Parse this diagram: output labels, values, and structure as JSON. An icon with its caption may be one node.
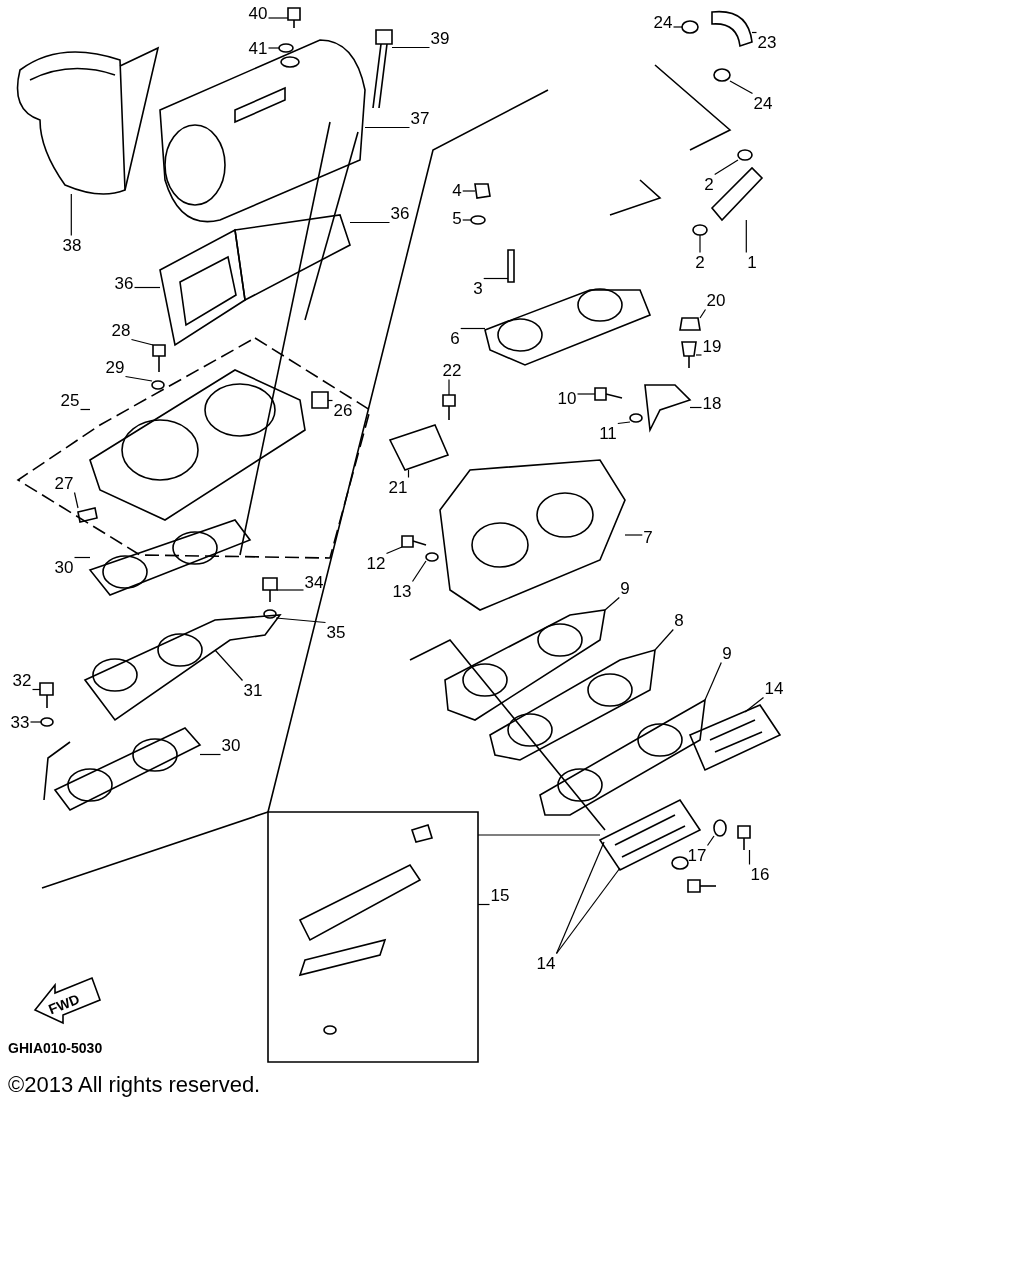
{
  "diagram": {
    "nodes": [
      {
        "text": [
          "40"
        ]
      },
      {
        "text": [
          "41"
        ]
      },
      {
        "text": [
          "39"
        ]
      },
      {
        "text": [
          "24"
        ]
      },
      {
        "text": [
          "23"
        ]
      },
      {
        "text": [
          "37"
        ]
      },
      {
        "text": [
          "24"
        ]
      },
      {
        "text": [
          "38"
        ]
      },
      {
        "text": [
          "2"
        ]
      },
      {
        "text": [
          "4"
        ]
      },
      {
        "text": [
          "5"
        ]
      },
      {
        "text": [
          "2"
        ]
      },
      {
        "text": [
          "1"
        ]
      },
      {
        "text": [
          "36"
        ]
      },
      {
        "text": [
          "36"
        ]
      },
      {
        "text": [
          "3"
        ]
      },
      {
        "text": [
          "20"
        ]
      },
      {
        "text": [
          "28"
        ]
      },
      {
        "text": [
          "6"
        ]
      },
      {
        "text": [
          "19"
        ]
      },
      {
        "text": [
          "29"
        ]
      },
      {
        "text": [
          "25"
        ]
      },
      {
        "text": [
          "26"
        ]
      },
      {
        "text": [
          "22"
        ]
      },
      {
        "text": [
          "10"
        ]
      },
      {
        "text": [
          "18"
        ]
      },
      {
        "text": [
          "11"
        ]
      },
      {
        "text": [
          "27"
        ]
      },
      {
        "text": [
          "21"
        ]
      },
      {
        "text": [
          "7"
        ]
      },
      {
        "text": [
          "12"
        ]
      },
      {
        "text": [
          "13"
        ]
      },
      {
        "text": [
          "30"
        ]
      },
      {
        "text": [
          "34"
        ]
      },
      {
        "text": [
          "9"
        ]
      },
      {
        "text": [
          "8"
        ]
      },
      {
        "text": [
          "35"
        ]
      },
      {
        "text": [
          "32"
        ]
      },
      {
        "text": [
          "31"
        ]
      },
      {
        "text": [
          "9"
        ]
      },
      {
        "text": [
          "14"
        ]
      },
      {
        "text": [
          "33"
        ]
      },
      {
        "text": [
          "30"
        ]
      },
      {
        "text": [
          "17"
        ]
      },
      {
        "text": [
          "16"
        ]
      },
      {
        "text": [
          "15"
        ]
      },
      {
        "text": [
          "14"
        ]
      },
      {
        "text": [],
        "shape": "picture"
      },
      {
        "text": [],
        "shape": "circle"
      },
      {
        "text": [],
        "shape": "picture"
      },
      {
        "text": [],
        "shape": "circle"
      },
      {
        "text": [],
        "shape": "picture"
      },
      {
        "text": [],
        "shape": "picture"
      },
      {
        "text": [],
        "shape": "circle"
      },
      {
        "text": [],
        "shape": "picture"
      },
      {
        "text": [],
        "shape": "circle"
      },
      {
        "text": [],
        "shape": "box"
      },
      {
        "text": [],
        "shape": "circle"
      },
      {
        "text": [],
        "shape": "circle"
      },
      {
        "text": [],
        "shape": "picture"
      },
      {
        "text": [],
        "shape": "picture"
      },
      {
        "text": [],
        "shape": "picture"
      },
      {
        "text": [],
        "shape": "box"
      },
      {
        "text": [],
        "shape": "box"
      },
      {
        "text": [],
        "shape": "picture"
      },
      {
        "text": [],
        "shape": "picture"
      },
      {
        "text": [],
        "shape": "picture"
      },
      {
        "text": [],
        "shape": "circle"
      },
      {
        "text": [],
        "shape": "picture"
      },
      {
        "text": [],
        "shape": "picture"
      },
      {
        "text": [],
        "shape": "picture"
      },
      {
        "text": [],
        "shape": "picture"
      },
      {
        "text": [],
        "shape": "picture"
      },
      {
        "text": [],
        "shape": "circle"
      },
      {
        "text": [],
        "shape": "box"
      },
      {
        "text": [],
        "shape": "picture"
      },
      {
        "text": [],
        "shape": "picture"
      },
      {
        "text": [],
        "shape": "picture"
      },
      {
        "text": [],
        "shape": "circle"
      },
      {
        "text": [],
        "shape": "picture"
      },
      {
        "text": [],
        "shape": "picture"
      },
      {
        "text": [],
        "shape": "picture"
      },
      {
        "text": [],
        "shape": "picture"
      },
      {
        "text": [],
        "shape": "circle"
      },
      {
        "text": [],
        "shape": "picture"
      },
      {
        "text": [],
        "shape": "picture"
      },
      {
        "text": [],
        "shape": "picture"
      },
      {
        "text": [],
        "shape": "picture"
      },
      {
        "text": [],
        "shape": "circle"
      },
      {
        "text": [],
        "shape": "picture"
      },
      {
        "text": [],
        "shape": "circle"
      },
      {
        "text": [],
        "shape": "picture"
      },
      {
        "text": [],
        "shape": "box"
      },
      {
        "text": [],
        "shape": "picture"
      }
    ],
    "edges": [
      {
        "from": 0,
        "to": 47,
        "arrow": "none"
      },
      {
        "from": 1,
        "to": 48,
        "arrow": "none"
      },
      {
        "from": 2,
        "to": 49,
        "arrow": "none"
      },
      {
        "from": 3,
        "to": 50,
        "arrow": "none"
      },
      {
        "from": 4,
        "to": 51,
        "arrow": "none"
      },
      {
        "from": 5,
        "to": 52,
        "arrow": "none"
      },
      {
        "from": 6,
        "to": 53,
        "arrow": "none"
      },
      {
        "from": 7,
        "to": 54,
        "arrow": "none"
      },
      {
        "from": 8,
        "to": 55,
        "arrow": "none"
      },
      {
        "from": 9,
        "to": 56,
        "arrow": "none"
      },
      {
        "from": 10,
        "to": 57,
        "arrow": "none"
      },
      {
        "from": 11,
        "to": 58,
        "arrow": "none"
      },
      {
        "from": 12,
        "to": 59,
        "arrow": "none"
      },
      {
        "from": 13,
        "to": 60,
        "arrow": "none"
      },
      {
        "from": 14,
        "to": 61,
        "arrow": "none"
      },
      {
        "from": 15,
        "to": 62,
        "arrow": "none"
      },
      {
        "from": 16,
        "to": 63,
        "arrow": "none"
      },
      {
        "from": 17,
        "to": 64,
        "arrow": "none"
      },
      {
        "from": 18,
        "to": 65,
        "arrow": "none"
      },
      {
        "from": 19,
        "to": 66,
        "arrow": "none"
      },
      {
        "from": 20,
        "to": 67,
        "arrow": "none"
      },
      {
        "from": 21,
        "to": 68,
        "arrow": "none"
      },
      {
        "from": 22,
        "to": 69,
        "arrow": "none"
      },
      {
        "from": 23,
        "to": 70,
        "arrow": "none"
      },
      {
        "from": 24,
        "to": 71,
        "arrow": "none"
      },
      {
        "from": 25,
        "to": 72,
        "arrow": "none"
      },
      {
        "from": 26,
        "to": 73,
        "arrow": "none"
      },
      {
        "from": 27,
        "to": 74,
        "arrow": "none"
      },
      {
        "from": 28,
        "to": 75,
        "arrow": "none"
      },
      {
        "from": 29,
        "to": 76,
        "arrow": "none"
      },
      {
        "from": 30,
        "to": 77,
        "arrow": "none"
      },
      {
        "from": 31,
        "to": 78,
        "arrow": "none"
      },
      {
        "from": 32,
        "to": 79,
        "arrow": "none"
      },
      {
        "from": 33,
        "to": 80,
        "arrow": "none"
      },
      {
        "from": 34,
        "to": 81,
        "arrow": "none"
      },
      {
        "from": 35,
        "to": 82,
        "arrow": "none"
      },
      {
        "from": 36,
        "to": 83,
        "arrow": "none"
      },
      {
        "from": 37,
        "to": 84,
        "arrow": "none"
      },
      {
        "from": 38,
        "to": 85,
        "arrow": "none"
      },
      {
        "from": 39,
        "to": 86,
        "arrow": "none"
      },
      {
        "from": 40,
        "to": 87,
        "arrow": "none"
      },
      {
        "from": 41,
        "to": 88,
        "arrow": "none"
      },
      {
        "from": 42,
        "to": 89,
        "arrow": "none"
      },
      {
        "from": 43,
        "to": 90,
        "arrow": "none"
      },
      {
        "from": 44,
        "to": 91,
        "arrow": "none"
      },
      {
        "from": 45,
        "to": 92,
        "arrow": "none"
      },
      {
        "from": 46,
        "to": 93,
        "arrow": "none"
      },
      {
        "from": 46,
        "to": 93,
        "arrow": "none"
      },
      {
        "from": 92,
        "to": 93,
        "arrow": "none"
      }
    ],
    "labels": [
      "FWD",
      "GHIA010-5030",
      "©2013 All rights reserved."
    ]
  }
}
